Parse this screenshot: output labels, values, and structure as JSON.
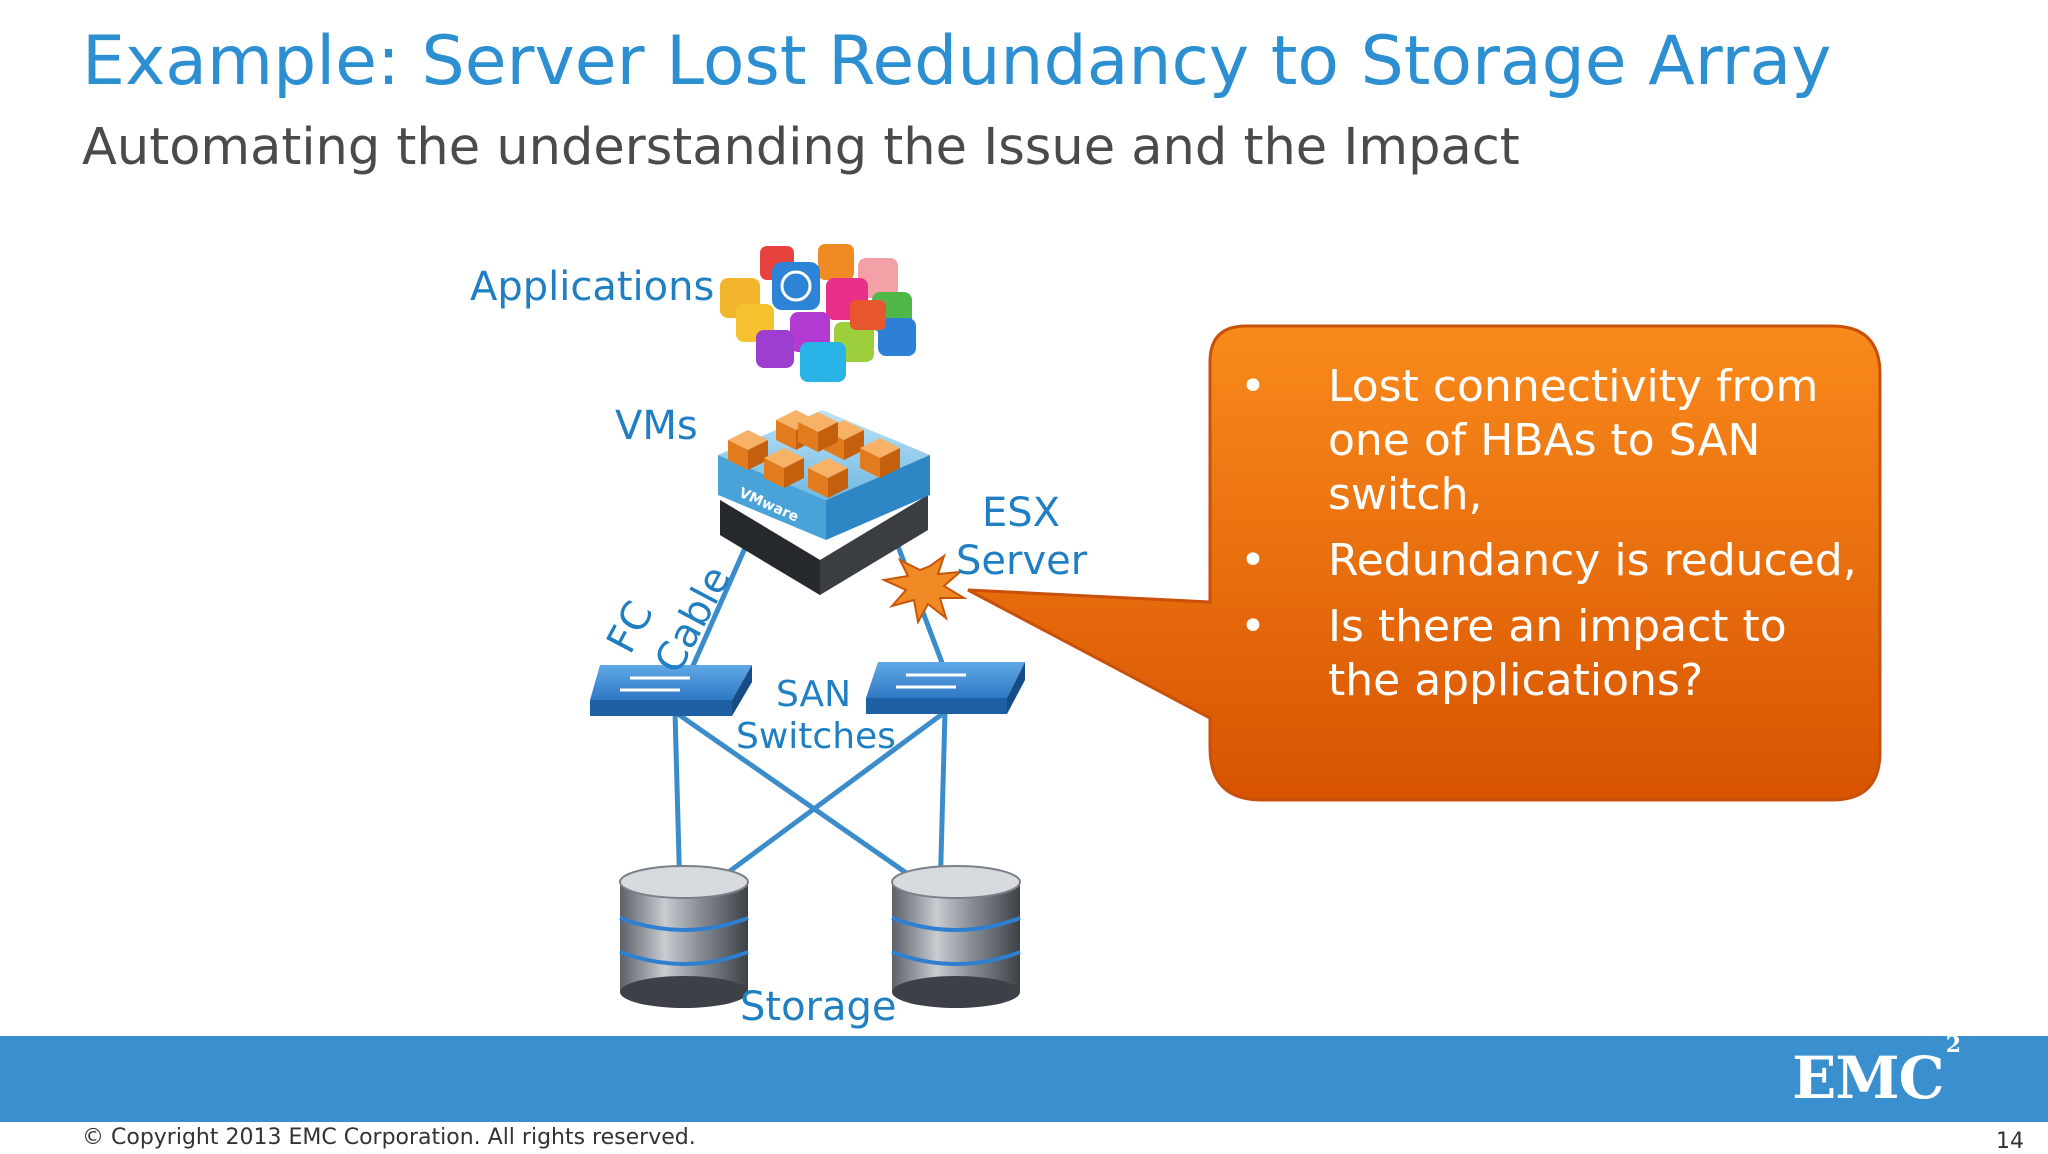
{
  "slide": {
    "title": "Example: Server Lost Redundancy to Storage Array",
    "subtitle": "Automating the understanding the Issue and the Impact"
  },
  "diagram": {
    "labels": {
      "applications": "Applications",
      "vms": "VMs",
      "esx_line1": "ESX",
      "esx_line2": "Server",
      "fc_line1": "FC",
      "fc_line2": "Cable",
      "san_line1": "SAN",
      "san_line2": "Switches",
      "storage": "Storage",
      "vmware": "VMware"
    },
    "colors": {
      "link": "#3b8ccb",
      "callout": "#ef6a08",
      "accent": "#2b8fd1"
    }
  },
  "callout": {
    "bullet": "•",
    "items": [
      "Lost connectivity from one of HBAs to SAN switch,",
      "Redundancy is reduced,",
      "Is there an impact to the applications?"
    ]
  },
  "footer": {
    "logo": "EMC",
    "logo_sup": "2",
    "copyright": "© Copyright 2013 EMC Corporation. All rights reserved.",
    "page": "14"
  }
}
